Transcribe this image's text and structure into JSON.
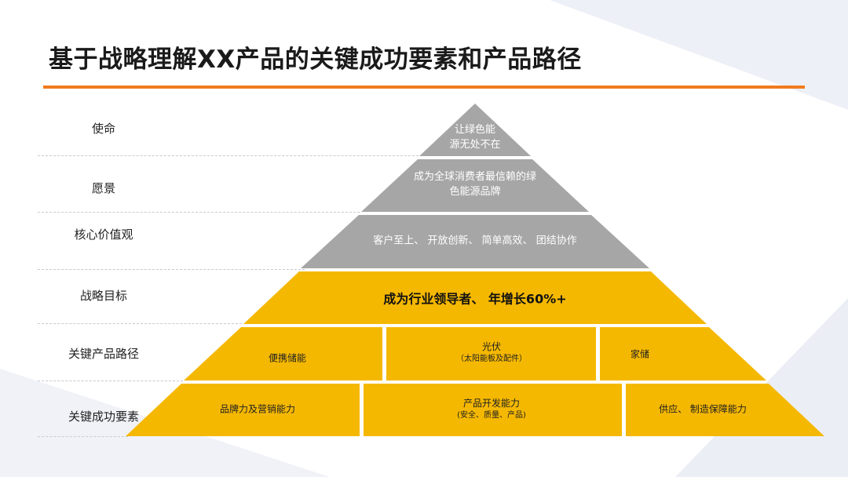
{
  "title": "基于战略理解XX产品的关键成功要素和产品路径",
  "colors": {
    "accent": "#f07c1e",
    "gray_tier": "#a6a6a6",
    "gold_tier": "#f5b800"
  },
  "rows": [
    {
      "label": "使命"
    },
    {
      "label": "愿景"
    },
    {
      "label": "核心价值观"
    },
    {
      "label": "战略目标"
    },
    {
      "label": "关键产品路径"
    },
    {
      "label": "关键成功要素"
    }
  ],
  "pyramid": {
    "mission": {
      "line1": "让绿色能",
      "line2": "源无处不在"
    },
    "vision": {
      "line1": "成为全球消费者最信赖的绿",
      "line2": "色能源品牌"
    },
    "values": "客户至上、  开放创新、  简单高效、  团结协作",
    "goal": "成为行业领导者、  年增长60%+",
    "paths": [
      {
        "main": "便携储能",
        "sub": ""
      },
      {
        "main": "光伏",
        "sub": "（太阳能板及配件）"
      },
      {
        "main": "家储",
        "sub": ""
      }
    ],
    "factors": [
      {
        "main": "品牌力及营销能力",
        "sub": ""
      },
      {
        "main": "产品开发能力",
        "sub": "(安全、质量、产品)"
      },
      {
        "main": "供应、  制造保障能力",
        "sub": ""
      }
    ]
  }
}
